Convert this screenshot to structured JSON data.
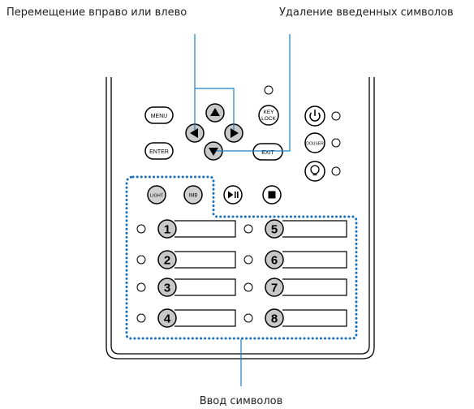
{
  "labels": {
    "move": "Перемещение вправо или влево",
    "delete": "Удаление введенных символов",
    "input": "Ввод символов"
  },
  "buttons": {
    "menu": "MENU",
    "enter": "ENTER",
    "key_lock_line1": "KEY",
    "key_lock_line2": "LOCK",
    "exit": "EXIT",
    "douser": "DOUSER",
    "light": "LIGHT",
    "imb": "IMB",
    "play_pause_icon": "play-pause-icon",
    "stop_icon": "stop-icon",
    "power_icon": "power-icon",
    "lamp_icon": "lamp-icon"
  },
  "numbers": [
    "1",
    "2",
    "3",
    "4",
    "5",
    "6",
    "7",
    "8"
  ],
  "colors": {
    "callout_line": "#1a80c4",
    "dotted_border": "#1a6fb8",
    "button_fill": "#d0d0d0",
    "arrow_button_fill": "#c8c8c8"
  }
}
